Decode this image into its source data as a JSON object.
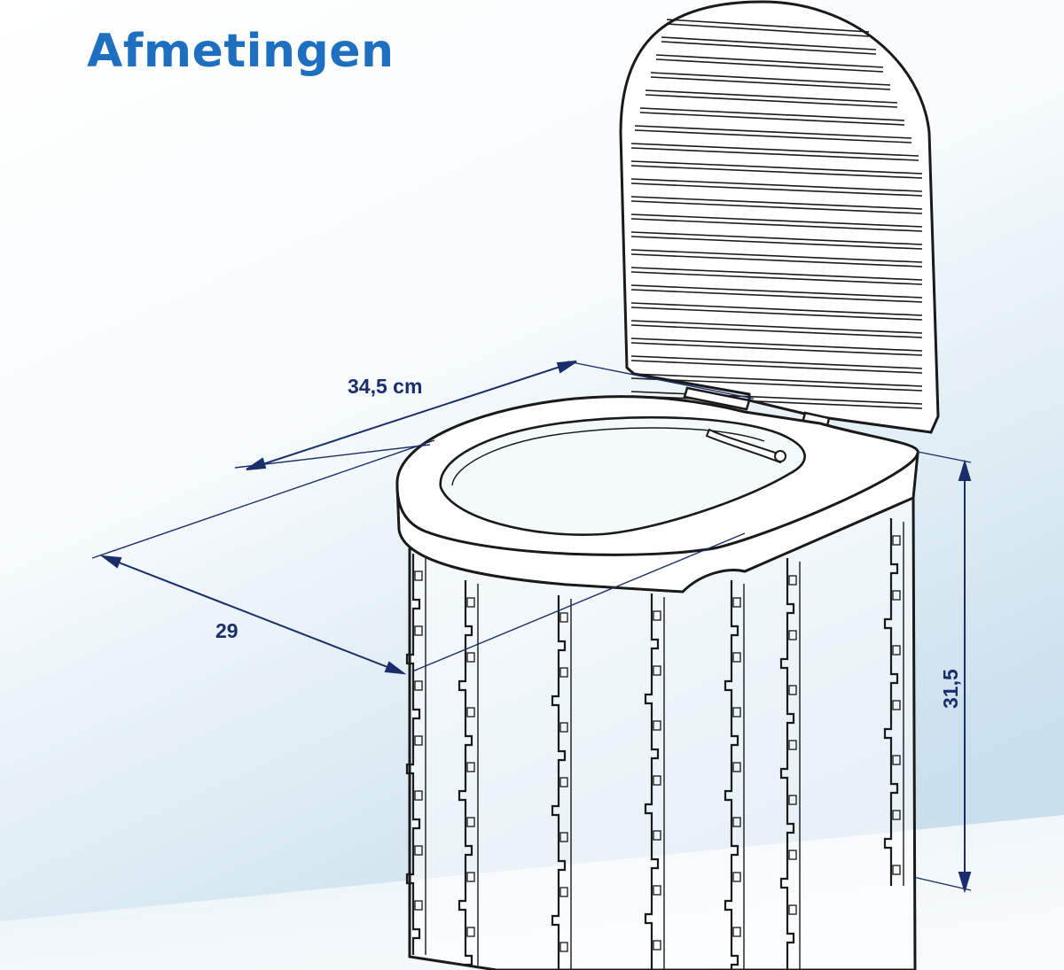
{
  "title": "Afmetingen",
  "dimensions": {
    "width": "34,5 cm",
    "depth": "29",
    "height": "31,5"
  },
  "colors": {
    "title": "#1e6fc0",
    "dimension_lines": "#1b2d6b",
    "outline": "#1a1a1a",
    "background_tint": "#cfe3ef"
  }
}
